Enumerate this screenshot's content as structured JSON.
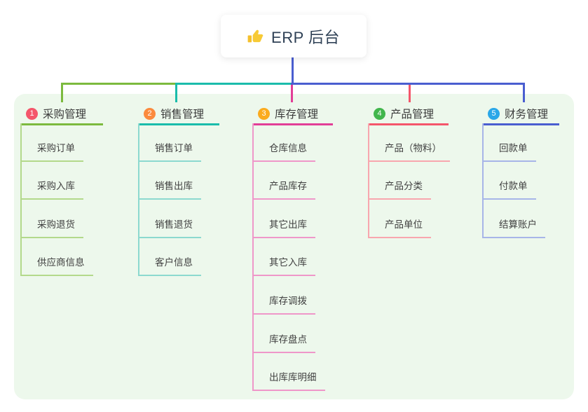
{
  "root": {
    "title": "ERP 后台",
    "icon": "thumbs-up-icon",
    "line_color": "#4a5ed0"
  },
  "panel_color": "#edf8ec",
  "branches": [
    {
      "num": "1",
      "label": "采购管理",
      "badge_color": "#f4566b",
      "line_color": "#7cba3e",
      "child_line_color": "#b3d98b",
      "items": [
        "采购订单",
        "采购入库",
        "采购退货",
        "供应商信息"
      ]
    },
    {
      "num": "2",
      "label": "销售管理",
      "badge_color": "#fb8a3d",
      "line_color": "#1abcab",
      "child_line_color": "#8cd9cf",
      "items": [
        "销售订单",
        "销售出库",
        "销售退货",
        "客户信息"
      ]
    },
    {
      "num": "3",
      "label": "库存管理",
      "badge_color": "#fbab1e",
      "line_color": "#e23e97",
      "child_line_color": "#ef97c9",
      "items": [
        "仓库信息",
        "产品库存",
        "其它出库",
        "其它入库",
        "库存调拨",
        "库存盘点",
        "出库库明细"
      ]
    },
    {
      "num": "4",
      "label": "产品管理",
      "badge_color": "#41b64c",
      "line_color": "#f4566b",
      "child_line_color": "#f8a6ae",
      "items": [
        "产品（物料）",
        "产品分类",
        "产品单位"
      ]
    },
    {
      "num": "5",
      "label": "财务管理",
      "badge_color": "#2aa7e8",
      "line_color": "#4a5ed0",
      "child_line_color": "#a7b5e8",
      "items": [
        "回款单",
        "付款单",
        "结算账户"
      ]
    }
  ]
}
